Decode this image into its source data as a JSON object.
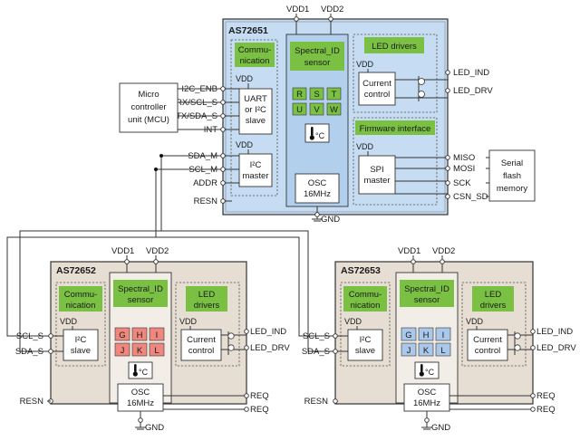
{
  "colors": {
    "chip_top_fill": "#c6dcf2",
    "chip_top_inner": "#b3cfee",
    "chip_bottom_fill": "#e6ddd3",
    "green": "#7ac143",
    "rstuvw_fill": "#7ac143",
    "ghijkl_fill": "#f0877f",
    "ghijkl_blue_fill": "#a9c8ea"
  },
  "top_chip": {
    "name": "AS72651",
    "vdd1": "VDD1",
    "vdd2": "VDD2",
    "comm_title": [
      "Commu-",
      "nication"
    ],
    "spectral_title": [
      "Spectral_ID",
      "sensor"
    ],
    "led_title": "LED drivers",
    "firmware_title": "Firmware interface",
    "vdd": "VDD",
    "uart_block": [
      "UART",
      "or I²C",
      "slave"
    ],
    "i2c_master": [
      "I²C",
      "master"
    ],
    "current_control": [
      "Current",
      "control"
    ],
    "spi_master": [
      "SPI",
      "master"
    ],
    "osc": [
      "OSC",
      "16MHz"
    ],
    "temp": "°C",
    "channels": [
      "R",
      "S",
      "T",
      "U",
      "V",
      "W"
    ],
    "left_pins": [
      "I2C_ENB",
      "RX/SCL_S",
      "TX/SDA_S",
      "INT",
      "SDA_M",
      "SCL_M",
      "ADDR",
      "RESN"
    ],
    "right_pins": [
      "LED_IND",
      "LED_DRV",
      "MISO",
      "MOSI",
      "SCK",
      "CSN_SD"
    ],
    "gnd": "GND"
  },
  "mcu": [
    "Micro",
    "controller",
    "unit (MCU)"
  ],
  "flash": [
    "Serial",
    "flash",
    "memory"
  ],
  "chip_a": {
    "name": "AS72652",
    "vdd1": "VDD1",
    "vdd2": "VDD2",
    "comm_title": [
      "Commu-",
      "nication"
    ],
    "spectral_title": [
      "Spectral_ID",
      "sensor"
    ],
    "led_title": [
      "LED",
      "drivers"
    ],
    "vdd": "VDD",
    "i2c_slave": [
      "I²C",
      "slave"
    ],
    "current_control": [
      "Current",
      "control"
    ],
    "osc": [
      "OSC",
      "16MHz"
    ],
    "temp": "°C",
    "channels": [
      "G",
      "H",
      "I",
      "J",
      "K",
      "L"
    ],
    "left_pins": [
      "SCL_S",
      "SDA_S",
      "RESN"
    ],
    "right_pins": [
      "LED_IND",
      "LED_DRV",
      "REQ",
      "REQ"
    ],
    "gnd": "GND"
  },
  "chip_b": {
    "name": "AS72653",
    "vdd1": "VDD1",
    "vdd2": "VDD2",
    "comm_title": [
      "Commu-",
      "nication"
    ],
    "spectral_title": [
      "Spectral_ID",
      "sensor"
    ],
    "led_title": [
      "LED",
      "drivers"
    ],
    "vdd": "VDD",
    "i2c_slave": [
      "I²C",
      "slave"
    ],
    "current_control": [
      "Current",
      "control"
    ],
    "osc": [
      "OSC",
      "16MHz"
    ],
    "temp": "°C",
    "channels": [
      "G",
      "H",
      "I",
      "J",
      "K",
      "L"
    ],
    "left_pins": [
      "SCL_S",
      "SDA_S",
      "RESN"
    ],
    "right_pins": [
      "LED_IND",
      "LED_DRV",
      "REQ",
      "REQ"
    ],
    "gnd": "GND"
  }
}
